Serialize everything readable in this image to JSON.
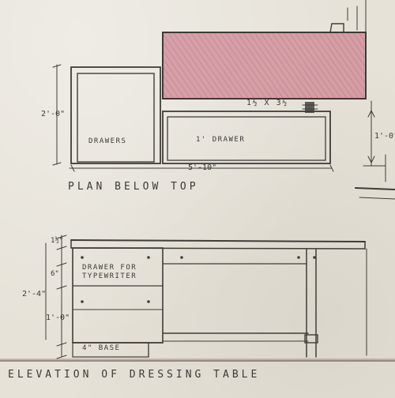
{
  "drawing": {
    "plan_title": "PLAN BELOW TOP",
    "elevation_title": "ELEVATION OF DRESSING TABLE",
    "labels": {
      "drawers": "DRAWERS",
      "one_ft_drawer": "1' DRAWER",
      "drawer_for_typewriter": "DRAWER FOR TYPEWRITER",
      "base": "4\" BASE",
      "member_size": "1½ X 3½"
    },
    "dimensions": {
      "plan_depth": "2'-0\"",
      "plan_width": "5'-10\"",
      "plan_right_depth": "1'-0\"",
      "elev_height": "2'-4\"",
      "elev_top_thickness": "1½\"",
      "elev_drawer_height": "6\"",
      "elev_lower": "1'-0\""
    },
    "colors": {
      "paper": "#e6e2d8",
      "ink": "#3b3a36",
      "red_pencil": "#c56a7a"
    }
  }
}
